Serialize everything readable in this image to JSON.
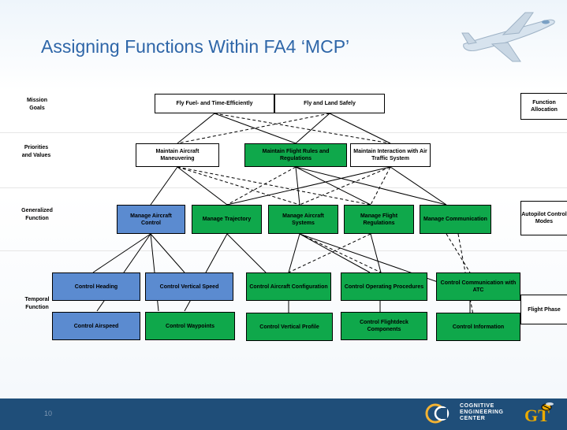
{
  "slide": {
    "title": "Assigning Functions Within FA4 ‘MCP’",
    "page_number": "10"
  },
  "row_labels": {
    "mission_goals": "Mission Goals",
    "priorities_values": "Priorities and Values",
    "generalized_function": "Generalized Function",
    "temporal_function": "Temporal Function"
  },
  "side_labels": {
    "function_allocation": "Function Allocation",
    "autopilot_control_modes": "Autopilot Control Modes",
    "flight_phase": "Flight Phase"
  },
  "nodes": {
    "goal_fuel": "Fly Fuel- and Time-Efficiently",
    "goal_safe": "Fly and Land Safely",
    "pv_maneuver": "Maintain Aircraft Maneuvering",
    "pv_rules": "Maintain Flight Rules and Regulations",
    "pv_atc": "Maintain Interaction with Air Traffic System",
    "gf_control": "Manage Aircraft Control",
    "gf_trajectory": "Manage Trajectory",
    "gf_systems": "Manage Aircraft Systems",
    "gf_regs": "Manage Flight Regulations",
    "gf_comm": "Manage Communication",
    "tf_heading": "Control Heading",
    "tf_vspeed": "Control Vertical Speed",
    "tf_config": "Control Aircraft Configuration",
    "tf_procedures": "Control Operating Procedures",
    "tf_comm_atc": "Control Communication with ATC",
    "tf_airspeed": "Control Airspeed",
    "tf_waypoints": "Control Waypoints",
    "tf_vprofile": "Control Vertical Profile",
    "tf_flightdeck": "Control Flightdeck Components",
    "tf_info": "Control Information"
  },
  "colors": {
    "green": "#0fa84b",
    "blue": "#5b8bd0",
    "white": "#ffffff",
    "title": "#2e66a8",
    "footer": "#1f4e79"
  },
  "footer": {
    "logo_line1": "COGNITIVE",
    "logo_line2": "ENGINEERING",
    "logo_line3": "CENTER"
  }
}
